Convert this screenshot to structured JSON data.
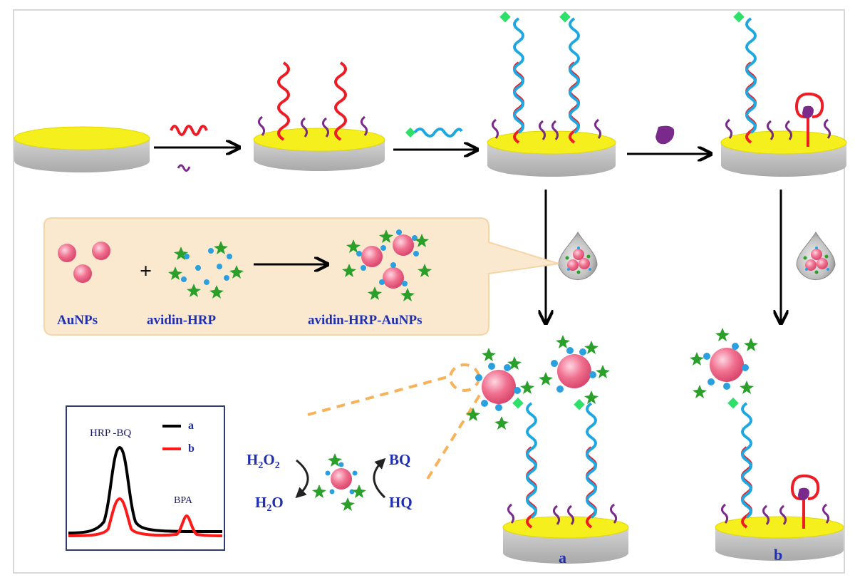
{
  "labels": {
    "aunps": "AuNPs",
    "avidin_hrp": "avidin-HRP",
    "avidin_hrp_aunps": "avidin-HRP-AuNPs",
    "h2o2_main": "H",
    "h2o2_sub2": "2",
    "h2o2_o": "O",
    "h2o2_sub2b": "2",
    "h2o_main": "H",
    "h2o_sub2": "2",
    "h2o_o": "O",
    "bq": "BQ",
    "hq": "HQ",
    "state_a": "a",
    "state_b": "b"
  },
  "inset_chart": {
    "peak_label_hrp": "HRP -BQ",
    "peak_label_bpa": "BPA",
    "legend": [
      {
        "name": "a",
        "color": "#000000"
      },
      {
        "name": "b",
        "color": "#ff1a1a"
      }
    ]
  },
  "colors": {
    "gold": "#f5ef1e",
    "electrode_side": "#c8c8c8",
    "aptamer_red": "#ee1c24",
    "probe_blue": "#1fa8e0",
    "linker_purple": "#7a2a8a",
    "aunp_pink": "#f06a8a",
    "hrp_green": "#2aa02a",
    "avidin_blue": "#2aa0e0",
    "label_blue": "#1f2fb0",
    "panel_bg": "#fbe9cf",
    "dash_orange": "#f7b25a"
  }
}
